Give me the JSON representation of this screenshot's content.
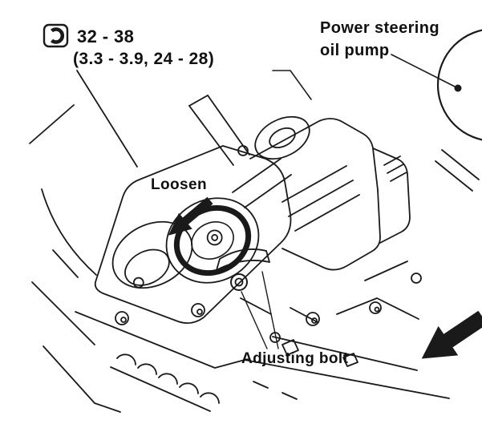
{
  "page": {
    "background": "#ffffff",
    "ink": "#1a1a1a"
  },
  "torque_spec": {
    "icon": "torque-wrench-icon",
    "value": "32 - 38",
    "alt_units": "(3.3 - 3.9, 24 - 28)"
  },
  "labels": {
    "component_line1": "Power steering",
    "component_line2": "oil pump",
    "action": "Loosen",
    "part": "Adjusting bolt"
  }
}
